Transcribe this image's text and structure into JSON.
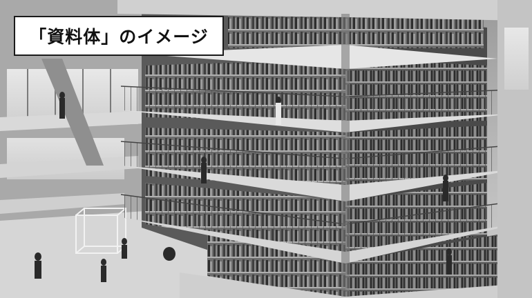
{
  "caption": {
    "text": "「資料体」のイメージ"
  },
  "image": {
    "tone": "grayscale",
    "subject": "library-atrium-rendering"
  },
  "colors": {
    "caption_bg": "#ffffff",
    "caption_border": "#1a1a1a",
    "caption_text": "#111111"
  }
}
